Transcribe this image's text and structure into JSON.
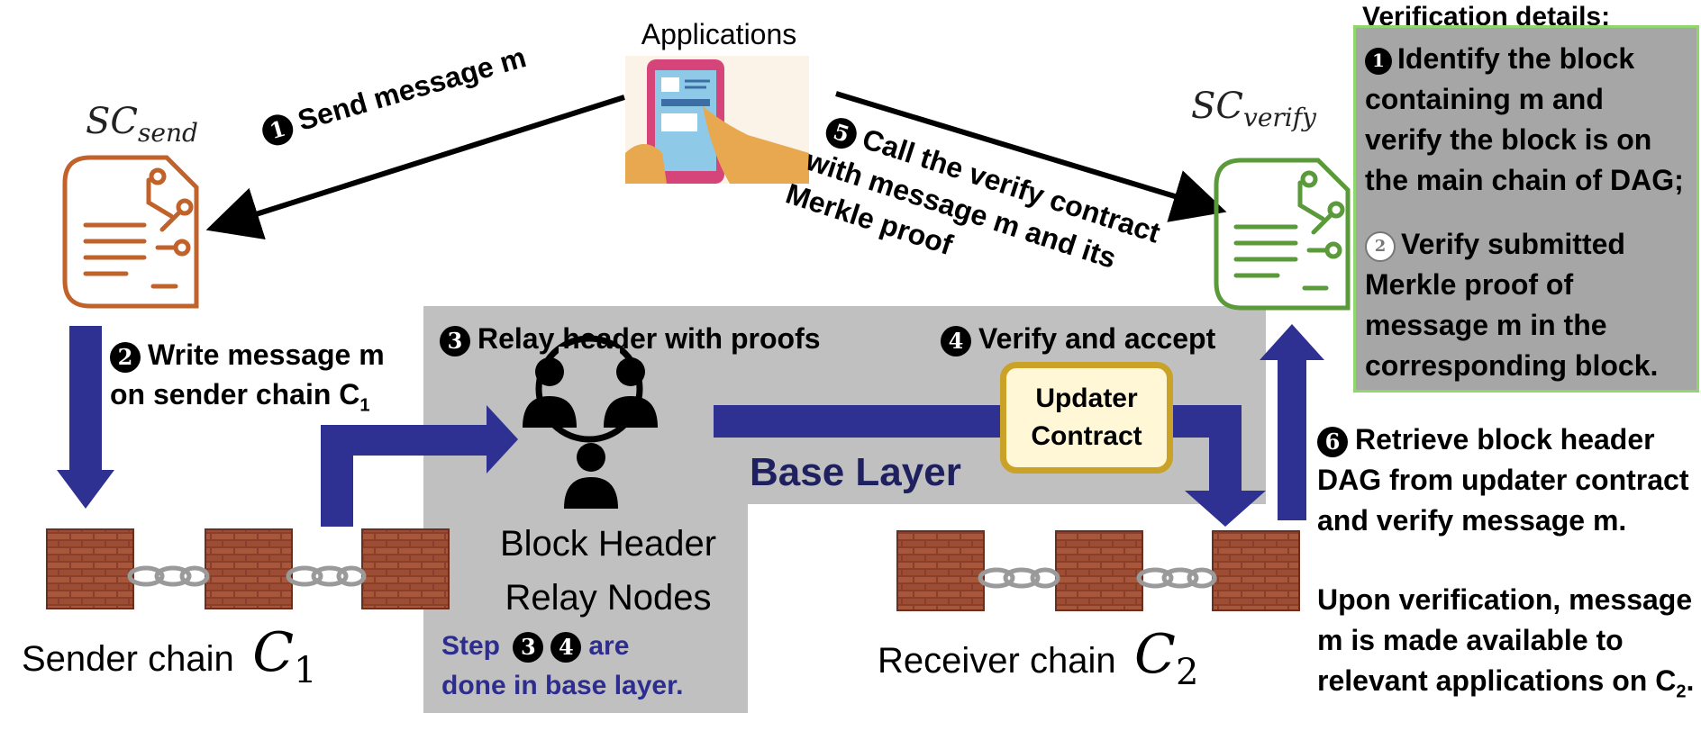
{
  "applications": {
    "label": "Applications"
  },
  "sc_send": {
    "symbol": "SC",
    "sub": "send"
  },
  "sc_verify": {
    "symbol": "SC",
    "sub": "verify"
  },
  "steps": {
    "s1": {
      "num": "1",
      "text": "Send message m"
    },
    "s2": {
      "num": "2",
      "line1": "Write message m",
      "line2": "on sender chain C",
      "line2_sub": "1"
    },
    "s3": {
      "num": "3",
      "text": "Relay header with proofs"
    },
    "s4": {
      "num": "4",
      "text": "Verify and accept"
    },
    "s5": {
      "num": "5",
      "line1": "Call the verify contract",
      "line2": "with message m and its",
      "line3": "Merkle proof"
    },
    "s6": {
      "num": "6",
      "line1": "Retrieve block header",
      "line2": "DAG from updater contract",
      "line3": "and verify message m."
    }
  },
  "upon": {
    "line1": "Upon verification, message",
    "line2": "m is made available to",
    "line3": "relevant applications on C",
    "line3_sub": "2",
    "line3_end": "."
  },
  "base_layer": {
    "label": "Base Layer",
    "note_pre": "Step",
    "note_3": "3",
    "note_4": "4",
    "note_post": "are",
    "note_line2": "done in base layer."
  },
  "updater": {
    "line1": "Updater",
    "line2": "Contract"
  },
  "relay_nodes": {
    "line1": "Block Header",
    "line2": "Relay Nodes"
  },
  "sender_chain": {
    "label": "Sender chain",
    "math": "C",
    "sub": "1"
  },
  "receiver_chain": {
    "label": "Receiver chain",
    "math": "C",
    "sub": "2"
  },
  "verification": {
    "title": "Verification details:",
    "d1_num": "1",
    "d1": [
      "Identify the block",
      "containing m and",
      "verify the block is on",
      "the main chain of DAG;"
    ],
    "d2_num": "2",
    "d2": [
      "Verify submitted",
      "Merkle proof of",
      "message m in the",
      "corresponding block."
    ]
  },
  "colors": {
    "arrow_blue": "#2e3192",
    "base_gray": "#c0c0c0",
    "doc_orange": "#c0622a",
    "doc_green": "#5a9a3a",
    "details_bg": "#a6a6a6",
    "details_border": "#8fd66f",
    "updater_bg": "#fff7d6",
    "updater_border": "#c9a227"
  }
}
